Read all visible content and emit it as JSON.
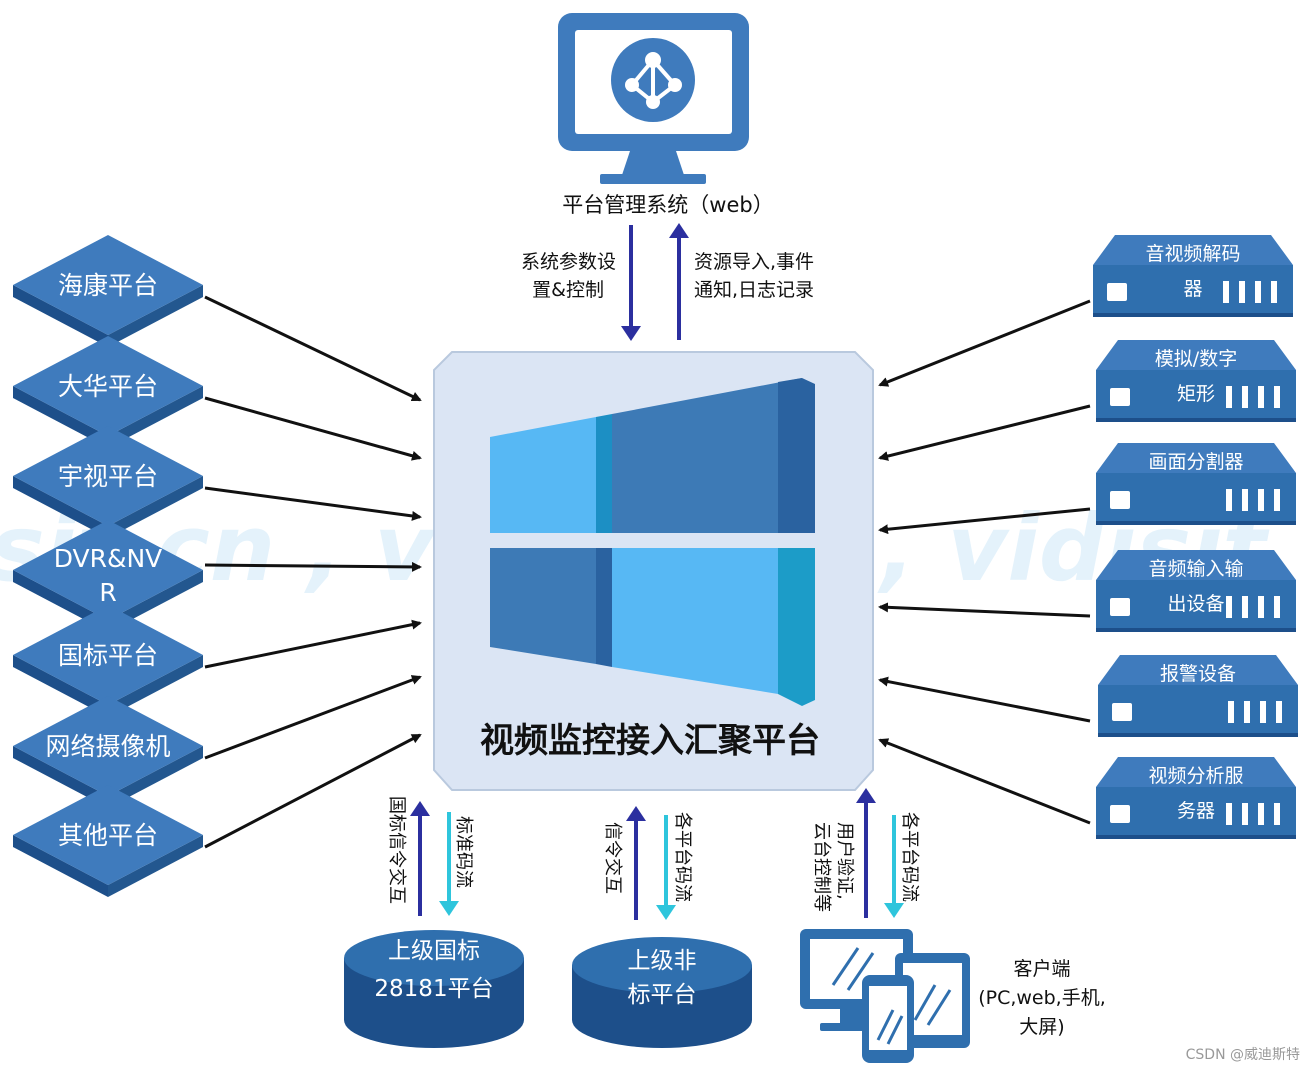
{
  "top": {
    "title": "平台管理系统（web）",
    "down_label": [
      "系统参数设",
      "置&控制"
    ],
    "up_label": [
      "资源导入,事件",
      "通知,日志记录"
    ]
  },
  "center": {
    "title": "视频监控接入汇聚平台"
  },
  "watermark": "sit.cn , vidisit.cn , vidisit",
  "left_platforms": [
    [
      "海康平台"
    ],
    [
      "大华平台"
    ],
    [
      "宇视平台"
    ],
    [
      "DVR&NV",
      "R"
    ],
    [
      "国标平台"
    ],
    [
      "网络摄像机"
    ],
    [
      "其他平台"
    ]
  ],
  "right_devices": [
    [
      "音视频解码",
      "器"
    ],
    [
      "模拟/数字",
      "矩形"
    ],
    [
      "画面分割器"
    ],
    [
      "音频输入输",
      "出设备"
    ],
    [
      "报警设备"
    ],
    [
      "视频分析服",
      "务器"
    ]
  ],
  "bottom": {
    "gb": {
      "title": [
        "上级国标",
        "28181平台"
      ],
      "up_label": "国标信令交互",
      "down_label": "标准码流"
    },
    "nonstd": {
      "title": [
        "上级非",
        "标平台"
      ],
      "up_label": "信令交互",
      "down_label": "各平台码流"
    },
    "client": {
      "title": [
        "客户端",
        "(PC,web,手机,",
        "大屏)"
      ],
      "up_label": [
        "用户验证,",
        "云台控制等"
      ],
      "down_label": "各平台码流"
    }
  },
  "footer": "CSDN @威迪斯特",
  "colors": {
    "primary": "#2f6fae",
    "dark": "#1d4f8a",
    "light": "#4d8fcf",
    "arrow_dark": "#2b2f9f",
    "arrow_cyan": "#2ec5dc",
    "center_bg": "#dbe5f4"
  }
}
